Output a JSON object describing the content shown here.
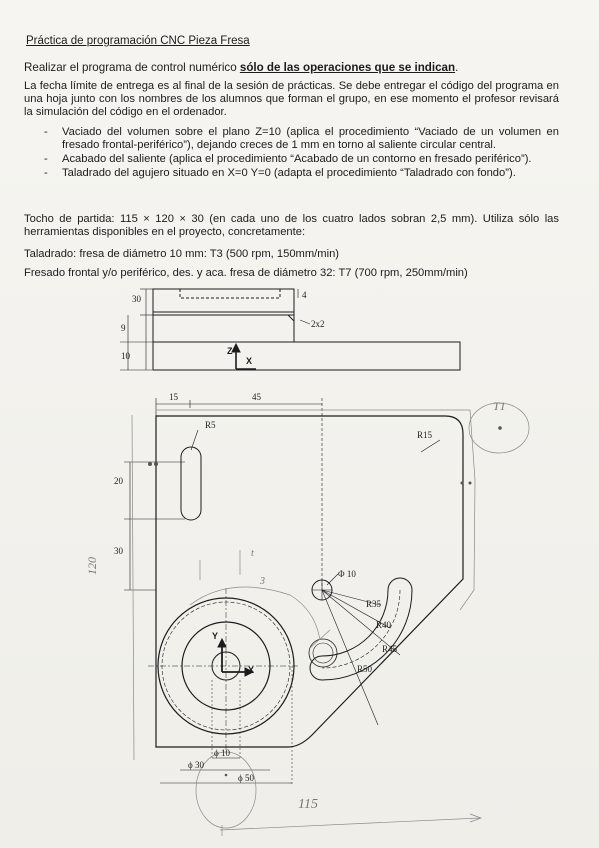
{
  "title": "Práctica de programación CNC Pieza Fresa",
  "intro_prefix": "Realizar el programa de control numérico ",
  "intro_bold": "sólo de las operaciones que se indican",
  "intro_suffix": ".",
  "deadline": "La fecha límite de entrega es al final de la sesión de prácticas. Se debe entregar el código del programa en una hoja junto con los nombres de los alumnos que forman el grupo, en ese momento el profesor revisará la simulación del código en el ordenador.",
  "operations": [
    "Vaciado del volumen sobre el plano Z=10 (aplica el procedimiento “Vaciado de un volumen en fresado frontal-periférico”), dejando creces de 1 mm en torno al saliente circular central.",
    "Acabado del saliente (aplica el procedimiento “Acabado de un contorno en fresado periférico”).",
    "Taladrado del agujero situado en X=0 Y=0 (adapta el procedimiento “Taladrado con fondo”)."
  ],
  "stock": "Tocho de partida: 115 × 120 × 30 (en cada uno de los cuatro lados sobran 2,5 mm). Utiliza sólo las herramientas disponibles en el proyecto, concretamente:",
  "tool_drill": "Taladrado: fresa de diámetro 10 mm: T3 (500 rpm, 150mm/min)",
  "tool_mill": "Fresado frontal y/o periférico, des. y aca. fresa de diámetro 32: T7 (700 rpm, 250mm/min)",
  "drawing": {
    "side": {
      "d30": "30",
      "d9": "9",
      "d10": "10",
      "d4": "4",
      "chamfer": "2x2",
      "axis_z": "Z",
      "axis_x": "X"
    },
    "top": {
      "d15": "15",
      "d45": "45",
      "r5": "R5",
      "r15": "R15",
      "d20": "20",
      "d30": "30",
      "phi10_top": "Φ 10",
      "r35": "R35",
      "r40": "R40",
      "r45": "R45",
      "r50": "R50",
      "axis_y": "Y",
      "axis_x": "X",
      "phi10_bot": "ϕ 10",
      "phi30": "ϕ 30",
      "phi50": "ϕ 50"
    },
    "handwritten": {
      "t1": "T1",
      "h120": "120",
      "h115": "115",
      "t_mark": "t",
      "s_mark": "3"
    }
  }
}
